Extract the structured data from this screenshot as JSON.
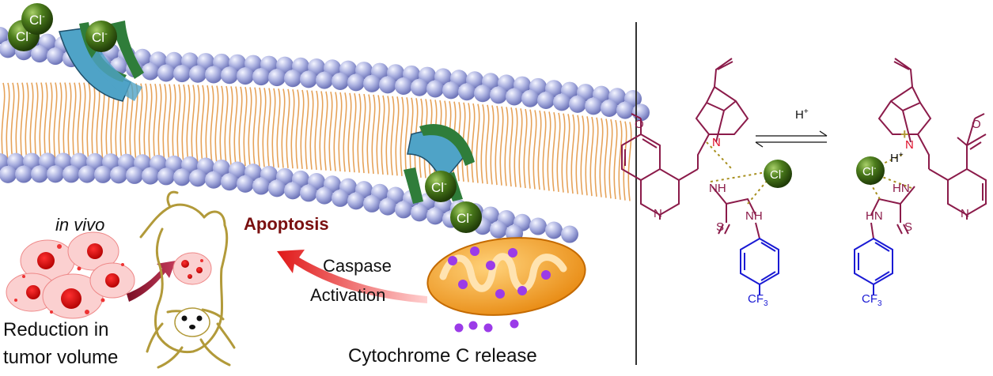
{
  "ions": {
    "chloride": "Cl",
    "chloride_charge": "-"
  },
  "labels": {
    "in_vivo": "in vivo",
    "apoptosis": "Apoptosis",
    "caspase_line1": "Caspase",
    "caspase_line2": "Activation",
    "reduction_line1": "Reduction in",
    "reduction_line2": "tumor volume",
    "cytochrome": "Cytochrome C release"
  },
  "equilibrium": {
    "reagent": "H",
    "reagent_charge": "+"
  },
  "molecule_left": {
    "methoxy": "O",
    "ring_n": "N",
    "amine_n": "N",
    "nh1": "NH",
    "nh2": "NH",
    "thio": "S",
    "cf3": "CF",
    "cf3_sub": "3"
  },
  "molecule_right": {
    "methoxy": "O",
    "ring_n": "N",
    "amine_n": "N",
    "proton": "H",
    "proton_charge": "+",
    "plus_sign": "+",
    "hn1": "HN",
    "hn2": "HN",
    "thio": "S",
    "cf3": "CF",
    "cf3_sub": "3"
  },
  "colors": {
    "bead": "#aab0e0",
    "bead_dark": "#6d74b8",
    "lipid_tail": "#e6a35a",
    "chloride_ball": "#3e6b16",
    "channel_blue": "#4fa3c7",
    "channel_green": "#2f7d3a",
    "mito_orange": "#f29c2b",
    "vesicle_purple": "#9b3be8",
    "molecule_maroon": "#8b1b4a",
    "aryl_blue": "#1a1ad4",
    "apoptosis_red": "#7a1010",
    "divider": "#333333"
  }
}
